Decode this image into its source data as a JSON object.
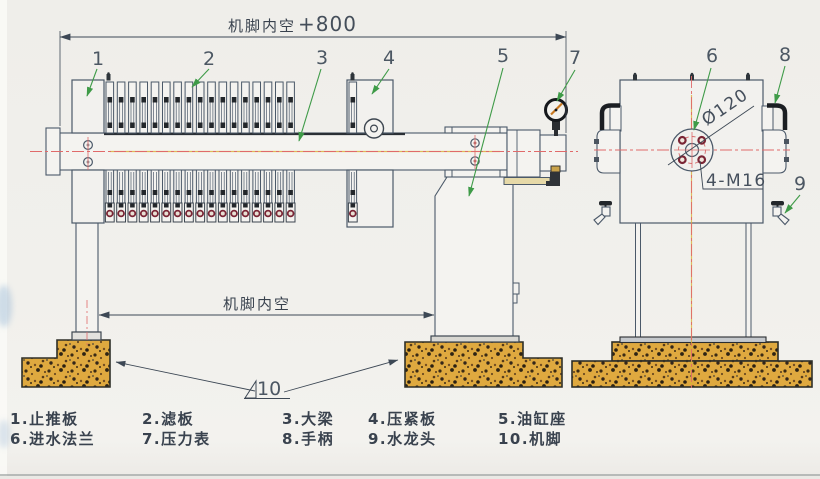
{
  "drawing": {
    "dim_top_label": "机脚内空",
    "dim_top_value": "+800",
    "dim_bottom_label": "机脚内空",
    "flange_diameter": "Ø120",
    "flange_bolts": "4-M16"
  },
  "callouts": [
    "1",
    "2",
    "3",
    "4",
    "5",
    "6",
    "7",
    "8",
    "9",
    "10"
  ],
  "legend": {
    "items": [
      "1.止推板",
      "2.滤板",
      "3.大梁",
      "4.压紧板",
      "5.油缸座",
      "6.进水法兰",
      "7.压力表",
      "8.手柄",
      "9.水龙头",
      "10.机脚"
    ]
  },
  "colors": {
    "line": "#4b5969",
    "leader_green": "#3f9b48",
    "centerline_red": "#e06a6a",
    "centerline_yellow": "#d9b23c",
    "foundation_sand": "#dfa93f",
    "bolt_maroon": "#7a2535",
    "gauge_needle": "#c87820",
    "background": "#f0efeb"
  }
}
